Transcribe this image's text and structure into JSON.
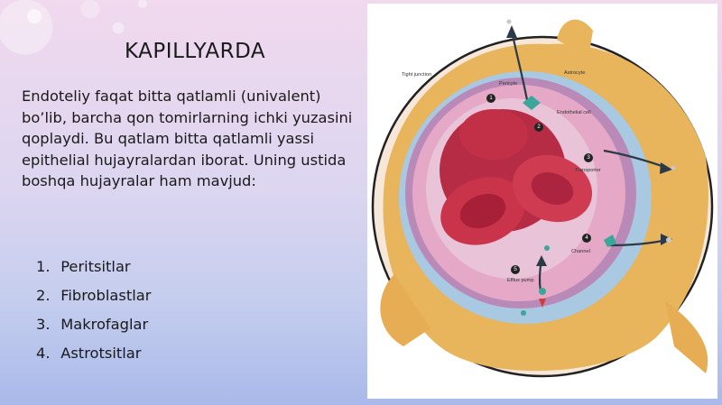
{
  "slide": {
    "title": "KAPILLYARDA",
    "paragraph": "Endoteliy faqat bitta qatlamli (univalent) bo’lib, barcha qon tomirlarning ichki yuzasini qoplaydi. Bu qatlam bitta qatlamli yassi epithelial hujayralardan iborat. Uning ustida boshqa hujayralar ham mavjud:",
    "list": [
      {
        "num": "1.",
        "label": "Peritsitlar"
      },
      {
        "num": "2.",
        "label": "Fibroblastlar"
      },
      {
        "num": "3.",
        "label": "Makrofaglar"
      },
      {
        "num": "4.",
        "label": "Astrotsitlar"
      }
    ]
  },
  "figure": {
    "labels": {
      "tight_junction": "Tight junction",
      "pericyte": "Pericyte",
      "astrocyte": "Astrocyte",
      "endothelial_cell": "Endothelial cell",
      "transporter": "Transporter",
      "efflux_pump": "Efflux pump",
      "channel": "Channel"
    },
    "markers": [
      "1",
      "2",
      "3",
      "4",
      "5"
    ]
  },
  "colors": {
    "background_top": "#f1d9ee",
    "background_bottom": "#a9b9ea",
    "astrocyte": "#e8b45c",
    "basement_membrane": "#a9c8e2",
    "endothelium": "#d99ab9",
    "red_blood_cell": "#c9344a",
    "arrow": "#2b3a46"
  }
}
